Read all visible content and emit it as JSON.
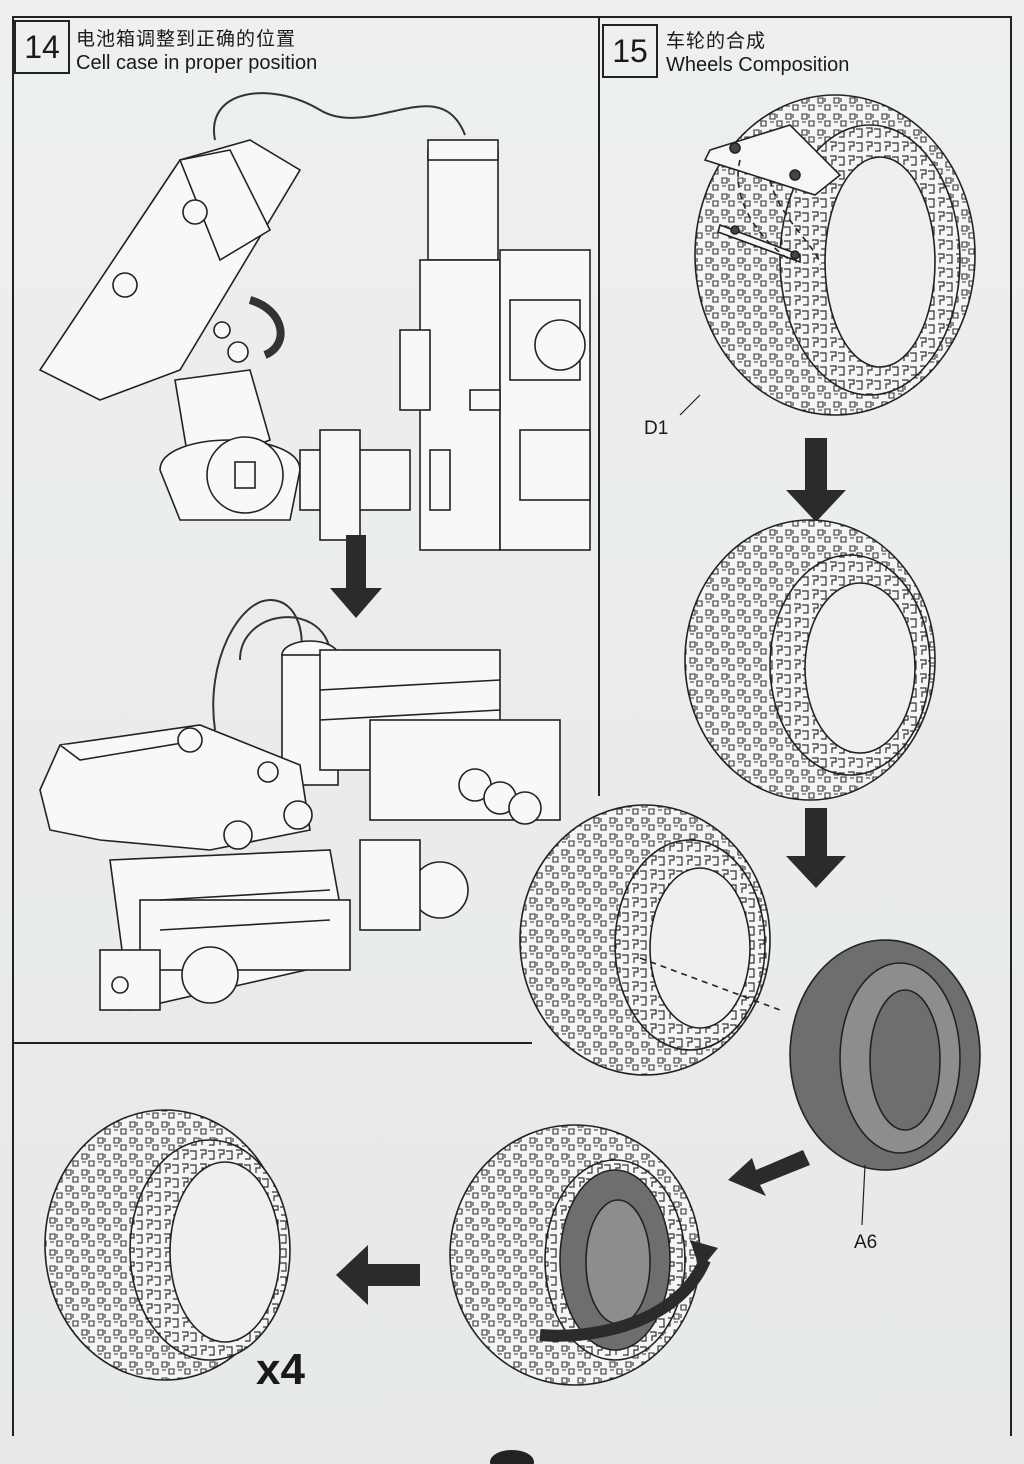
{
  "steps": [
    {
      "number": "14",
      "title_cn": "电池箱调整到正确的位置",
      "title_en": "Cell case in proper position"
    },
    {
      "number": "15",
      "title_cn": "车轮的合成",
      "title_en": "Wheels Composition"
    }
  ],
  "labels": {
    "d1": "D1",
    "a6": "A6",
    "quantity": "x4"
  },
  "icons": [
    "down-arrow-icon",
    "diagonal-arrow-icon",
    "left-arrow-icon",
    "rotate-arrow-icon"
  ],
  "colors": {
    "paper": "#e9ecea",
    "ink": "#222222",
    "hub_gray": "#6d6f6e"
  }
}
